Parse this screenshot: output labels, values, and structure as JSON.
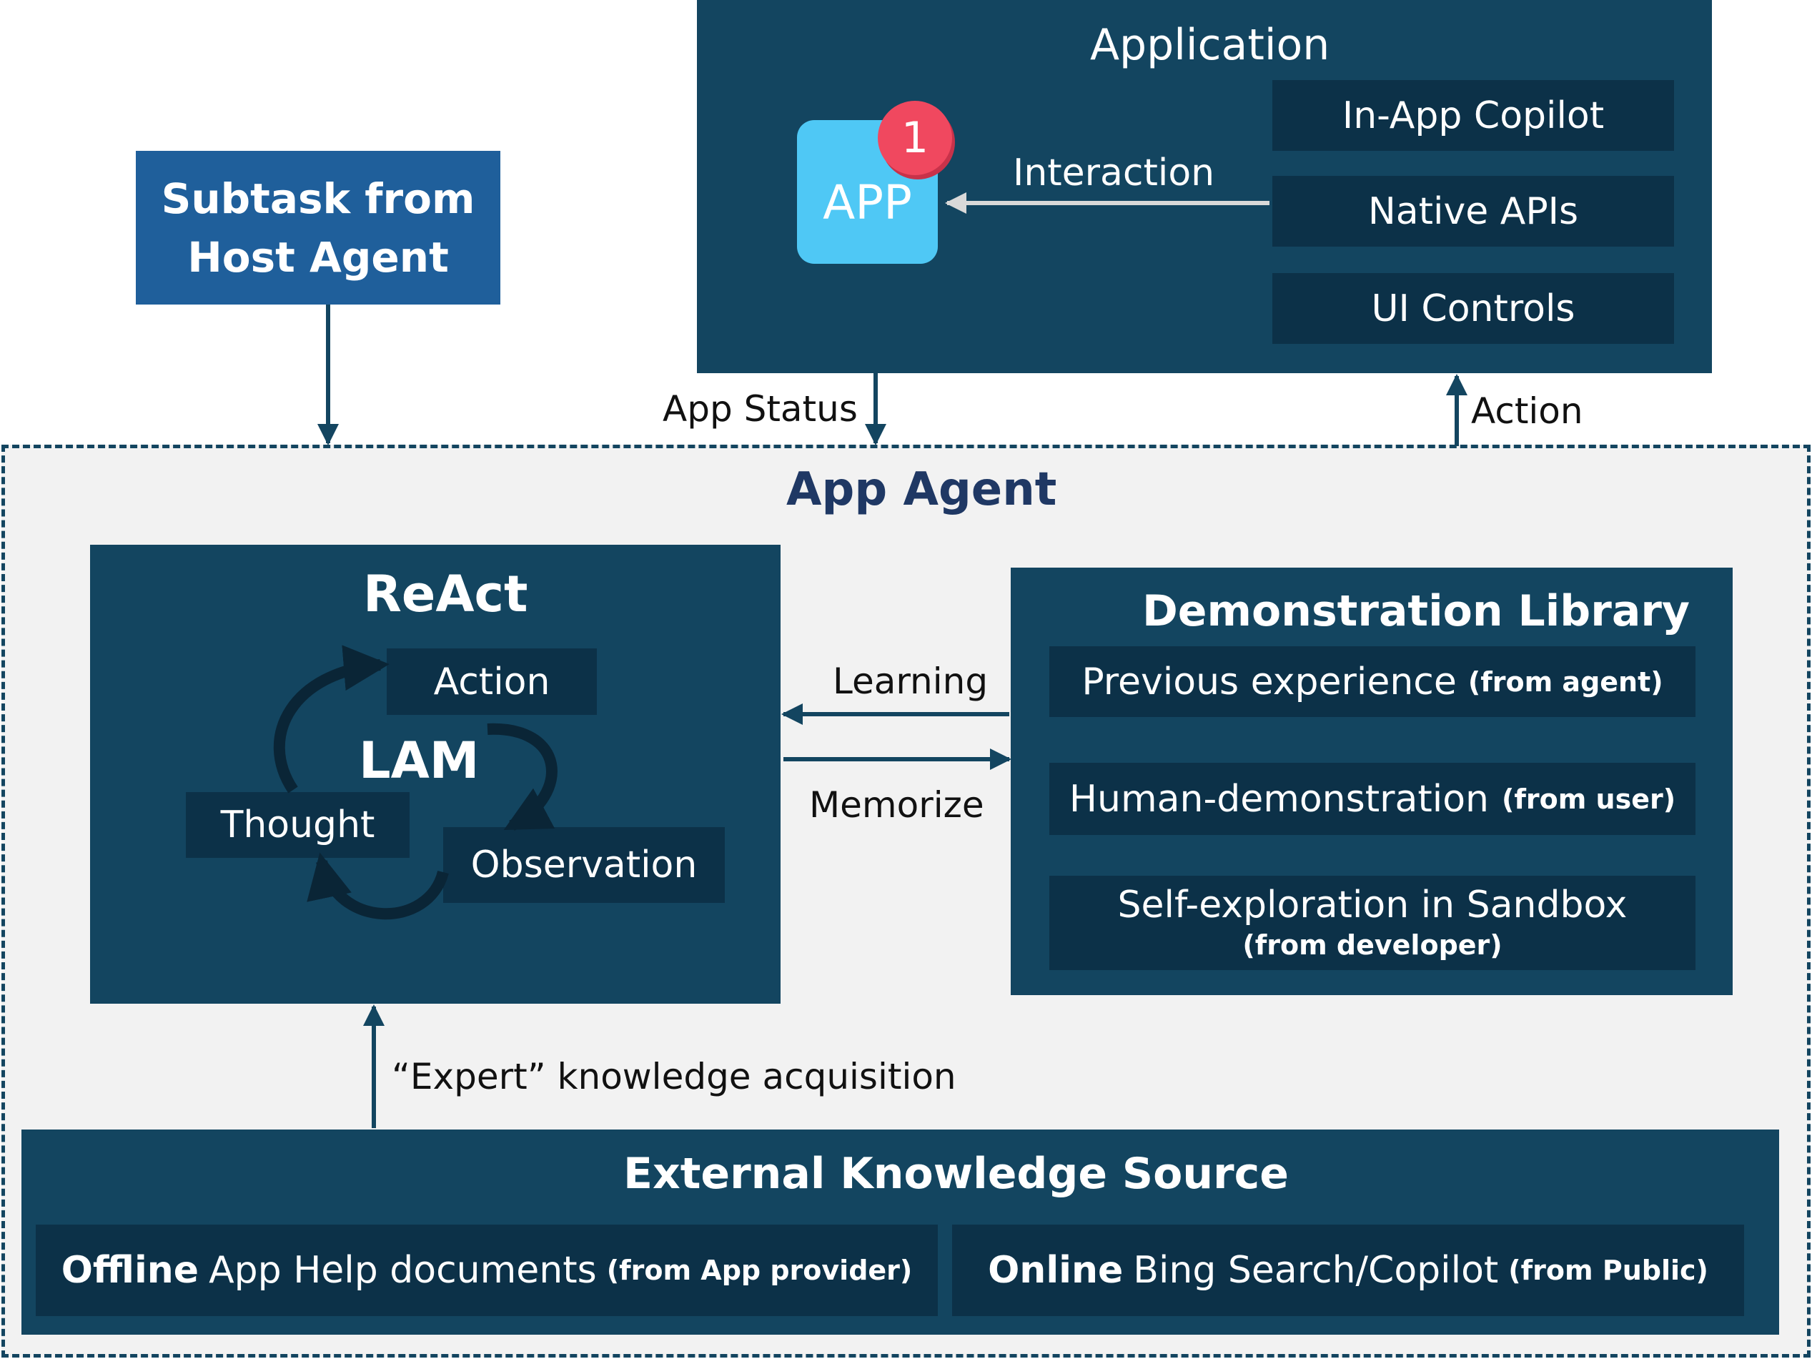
{
  "subtask": {
    "line1": "Subtask from",
    "line2": "Host Agent"
  },
  "application": {
    "title": "Application",
    "app_icon_text": "APP",
    "badge_count": "1",
    "interaction_label": "Interaction",
    "items": [
      "In-App Copilot",
      "Native APIs",
      "UI Controls"
    ]
  },
  "flow": {
    "app_status": "App Status",
    "action": "Action"
  },
  "app_agent": {
    "title": "App Agent",
    "react": {
      "title": "ReAct",
      "center": "LAM",
      "action": "Action",
      "thought": "Thought",
      "observation": "Observation"
    },
    "learning_label": "Learning",
    "memorize_label": "Memorize",
    "demo_library": {
      "title": "Demonstration Library",
      "items": [
        {
          "main": "Previous experience",
          "source": "(from agent)"
        },
        {
          "main": "Human-demonstration",
          "source": "(from user)"
        },
        {
          "main": "Self-exploration in Sandbox",
          "source": "(from developer)"
        }
      ]
    },
    "expert_label": "“Expert” knowledge acquisition",
    "external": {
      "title": "External Knowledge Source",
      "offline": {
        "bold": "Offline",
        "text": "App Help documents",
        "source": "(from App provider)"
      },
      "online": {
        "bold": "Online",
        "text": "Bing Search/Copilot",
        "source": "(from Public)"
      }
    }
  },
  "colors": {
    "navy": "#134560",
    "dark_box": "#0c3148",
    "subtask_blue": "#1f5f9b",
    "agent_bg": "#f2f2f2",
    "agent_title": "#1f3864",
    "app_icon": "#4fc8f5",
    "badge": "#f0485f",
    "interaction_arrow": "#d9d9d9"
  },
  "icons": [
    "app-icon",
    "notification-badge",
    "cycle-arrow-icon"
  ]
}
